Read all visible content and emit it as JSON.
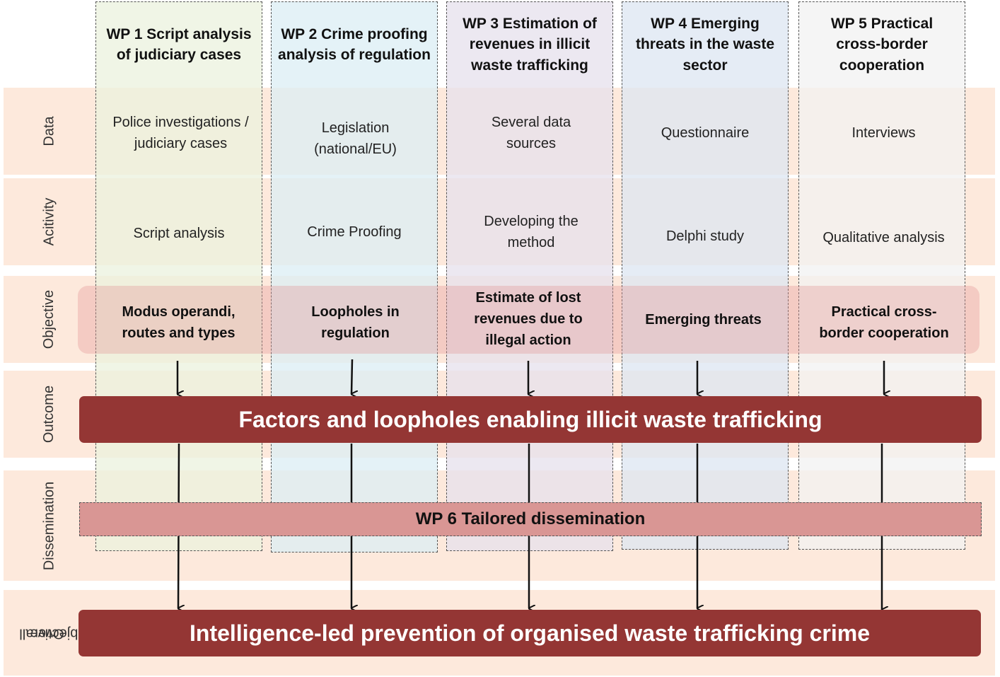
{
  "rows": {
    "data": "Data",
    "activity": "Acitivity",
    "objective": "Objective",
    "outcome": "Outcome",
    "dissemination": "Dissemination",
    "overall_line1": "Overall",
    "overall_line2": "objective"
  },
  "work_packages": [
    {
      "title": "WP 1 Script analysis of judiciary cases",
      "data": "Police investigations / judiciary cases",
      "activity": "Script analysis",
      "objective": "Modus operandi, routes and types",
      "color": "#ebf1de"
    },
    {
      "title": "WP 2 Crime proofing analysis of regulation",
      "data": "Legislation (national/EU)",
      "activity": "Crime Proofing",
      "objective": "Loopholes in regulation",
      "color": "#dbeef4"
    },
    {
      "title": "WP 3 Estimation of revenues in illicit waste trafficking",
      "data": "Several data sources",
      "activity": "Developing the method",
      "objective": "Estimate of lost revenues due to illegal action",
      "color": "#e5e0ec"
    },
    {
      "title": "WP 4 Emerging threats in the waste sector",
      "data": "Questionnaire",
      "activity": "Delphi study",
      "objective": "Emerging threats",
      "color": "#dce6f2"
    },
    {
      "title": "WP 5 Practical cross-border cooperation",
      "data": "Interviews",
      "activity": "Qualitative analysis",
      "objective": "Practical cross-border cooperation",
      "color": "#f2f2f2"
    }
  ],
  "outcome": "Factors and loopholes enabling illicit waste trafficking",
  "dissemination": "WP 6 Tailored dissemination",
  "overall_objective": "Intelligence-led prevention of organised waste trafficking crime",
  "colors": {
    "band": "#fde9dc",
    "dark_bar": "#943634",
    "dissemination_box": "#d99694",
    "objective_band": "#e29696"
  }
}
